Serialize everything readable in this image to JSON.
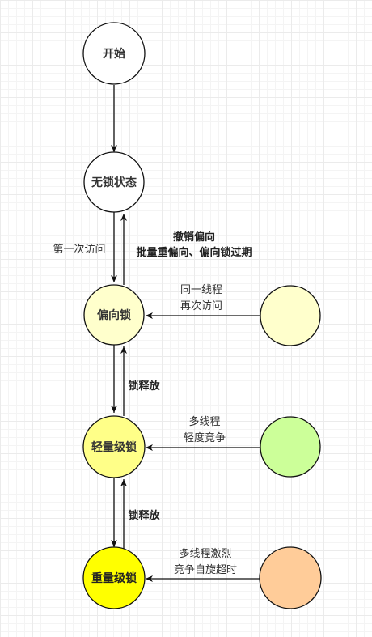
{
  "nodes": {
    "start": {
      "label": "开始",
      "fill": "#ffffff"
    },
    "unlocked": {
      "label": "无锁状态",
      "fill": "#ffffff"
    },
    "biased": {
      "label": "偏向锁",
      "fill": "#ffffcc"
    },
    "lightweight": {
      "label": "轻量级锁",
      "fill": "#ffff88"
    },
    "heavyweight": {
      "label": "重量级锁",
      "fill": "#ffff00"
    },
    "biased_source": {
      "fill": "#ffffcc"
    },
    "lightweight_source": {
      "fill": "#ccff99"
    },
    "heavyweight_source": {
      "fill": "#ffcc99"
    }
  },
  "edges": {
    "first_access": "第一次访问",
    "revoke_line1": "撤销偏向",
    "revoke_line2": "批量重偏向、偏向锁过期",
    "same_thread_line1": "同一线程",
    "same_thread_line2": "再次访问",
    "release_1": "锁释放",
    "multi_thread_line1": "多线程",
    "multi_thread_line2": "轻度竞争",
    "release_2": "锁释放",
    "fierce_line1": "多线程激烈",
    "fierce_line2": "竞争自旋超时"
  }
}
